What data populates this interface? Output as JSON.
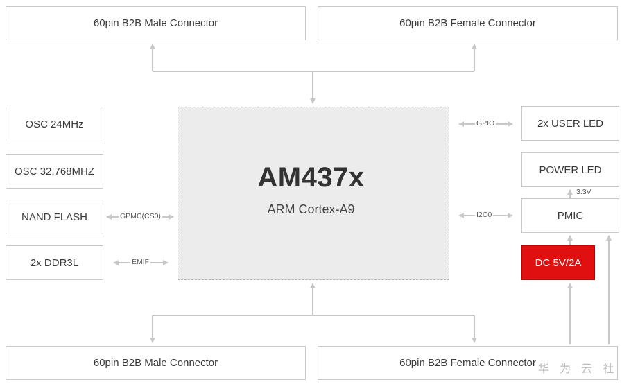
{
  "top": {
    "male_connector": "60pin B2B Male Connector",
    "female_connector": "60pin B2B Female Connector"
  },
  "bottom": {
    "male_connector": "60pin B2B Male Connector",
    "female_connector": "60pin B2B Female Connector"
  },
  "left": {
    "osc_24": "OSC 24MHz",
    "osc_32": "OSC 32.768MHZ",
    "nand_flash": "NAND FLASH",
    "ddr3l": "2x DDR3L",
    "gpmc_label": "GPMC(CS0)",
    "emif_label": "EMIF"
  },
  "processor": {
    "name": "AM437x",
    "core": "ARM Cortex-A9"
  },
  "right": {
    "user_led": "2x USER LED",
    "power_led": "POWER LED",
    "pmic": "PMIC",
    "dc_input": "DC 5V/2A",
    "gpio_label": "GPIO",
    "i2c0_label": "I2C0",
    "voltage_label": "3.3V"
  },
  "watermark": "华 为 云 社 区",
  "colors": {
    "line": "#c8c8c8",
    "dc_fill": "#e01010",
    "cpu_fill": "#ececec"
  }
}
